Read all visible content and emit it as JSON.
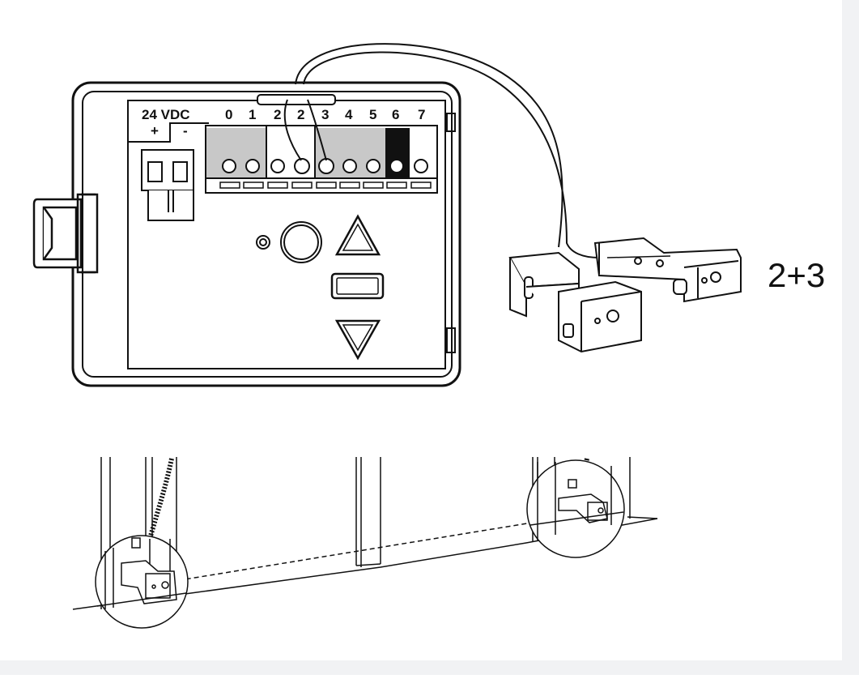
{
  "controller": {
    "power_label": "24 VDC",
    "polarity": [
      "+",
      "-"
    ],
    "terminals": [
      "0",
      "1",
      "2",
      "2",
      "3",
      "4",
      "5",
      "6",
      "7"
    ],
    "buttons": [
      "up-arrow",
      "stop",
      "down-arrow"
    ]
  },
  "sensor": {
    "label": "2+3"
  },
  "icons": [
    "terminal-block-icon",
    "arrow-up-icon",
    "stop-icon",
    "arrow-down-icon",
    "photo-sensor-icon"
  ],
  "colors": {
    "line": "#111111",
    "terminal_gray": "#c8c8c8",
    "terminal_black": "#111111",
    "background": "#ffffff",
    "edge": "#f1f2f4"
  }
}
